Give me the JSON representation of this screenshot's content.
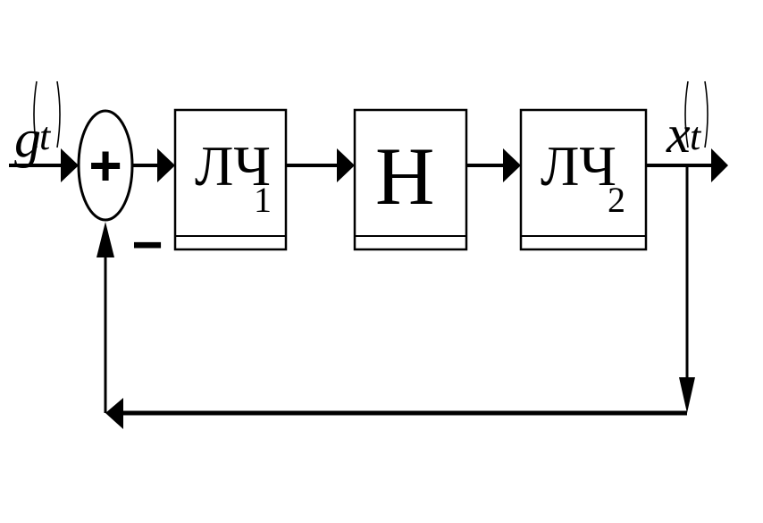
{
  "diagram": {
    "input_signal": {
      "symbol": "g",
      "arg": "t"
    },
    "output_signal": {
      "symbol": "x",
      "arg": "t"
    },
    "summing_junction": {
      "plus_sign": "+",
      "minus_sign": "−"
    },
    "blocks": [
      {
        "main": "ЛЧ",
        "subscript": "1"
      },
      {
        "main": "Н",
        "subscript": ""
      },
      {
        "main": "ЛЧ",
        "subscript": "2"
      }
    ],
    "colors": {
      "stroke": "#000000",
      "background": "#ffffff"
    }
  }
}
